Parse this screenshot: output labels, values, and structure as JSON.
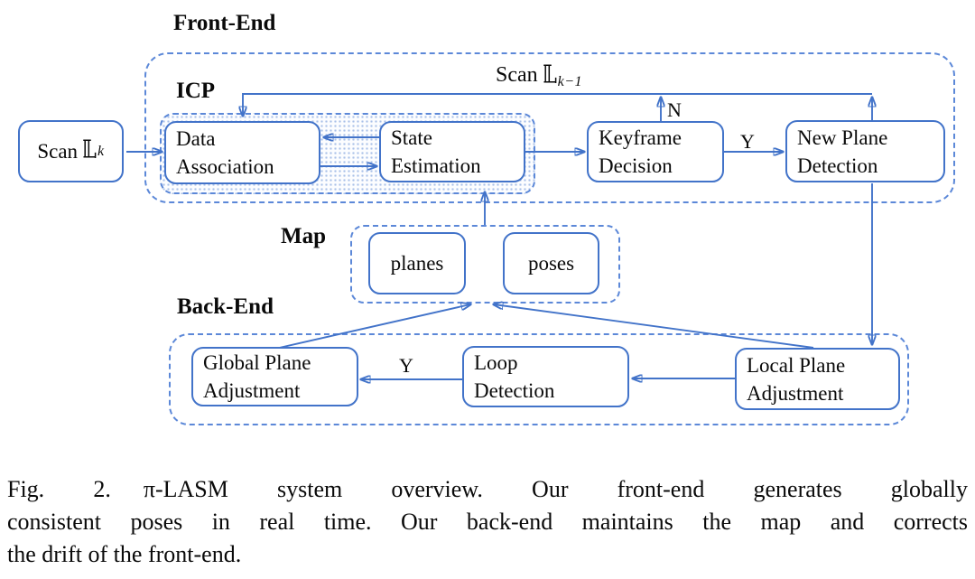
{
  "figure": {
    "labels": {
      "front_end": "Front-End",
      "icp": "ICP",
      "map": "Map",
      "back_end": "Back-End"
    },
    "scan_feedback_label": {
      "prefix": "Scan",
      "symbol": "L",
      "subscript": "k−1"
    },
    "nodes": {
      "scan_k": {
        "prefix": "Scan",
        "symbol": "L",
        "subscript": "k"
      },
      "data_association": {
        "line1": "Data",
        "line2": "Association"
      },
      "state_estimation": {
        "line1": "State",
        "line2": "Estimation"
      },
      "keyframe_decision": {
        "line1": "Keyframe",
        "line2": "Decision"
      },
      "new_plane_detection": {
        "line1": "New Plane",
        "line2": "Detection"
      },
      "planes": {
        "label": "planes"
      },
      "poses": {
        "label": "poses"
      },
      "global_plane_adjustment": {
        "line1": "Global Plane",
        "line2": "Adjustment"
      },
      "loop_detection": {
        "line1": "Loop",
        "line2": "Detection"
      },
      "local_plane_adjustment": {
        "line1": "Local Plane",
        "line2": "Adjustment"
      }
    },
    "edge_labels": {
      "keyframe_no": "N",
      "keyframe_yes": "Y",
      "loop_yes": "Y"
    },
    "colors": {
      "line_blue": "#4273c9",
      "dash_blue": "#5c88d8",
      "text_black": "#0a0a0a"
    }
  },
  "caption": {
    "fig": "Fig. 2.",
    "line1": "π-LASM system overview. Our front-end generates globally",
    "line2": "consistent poses in real time. Our back-end maintains the map and corrects",
    "line3": "the drift of the front-end."
  }
}
